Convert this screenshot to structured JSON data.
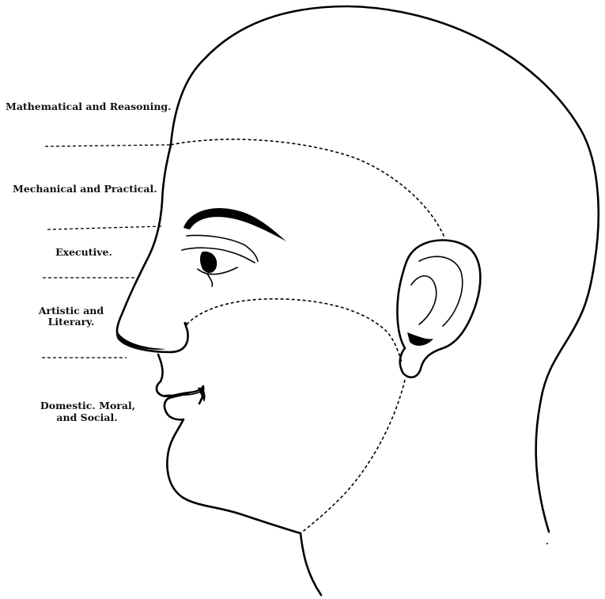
{
  "zones": {
    "mathematical": "Mathematical and Reasoning.",
    "mechanical": "Mechanical and Practical.",
    "executive": "Executive.",
    "artistic_line1": "Artistic and",
    "artistic_line2": "Literary.",
    "domestic_line1": "Domestic. Moral,",
    "domestic_line2": "and Social."
  }
}
